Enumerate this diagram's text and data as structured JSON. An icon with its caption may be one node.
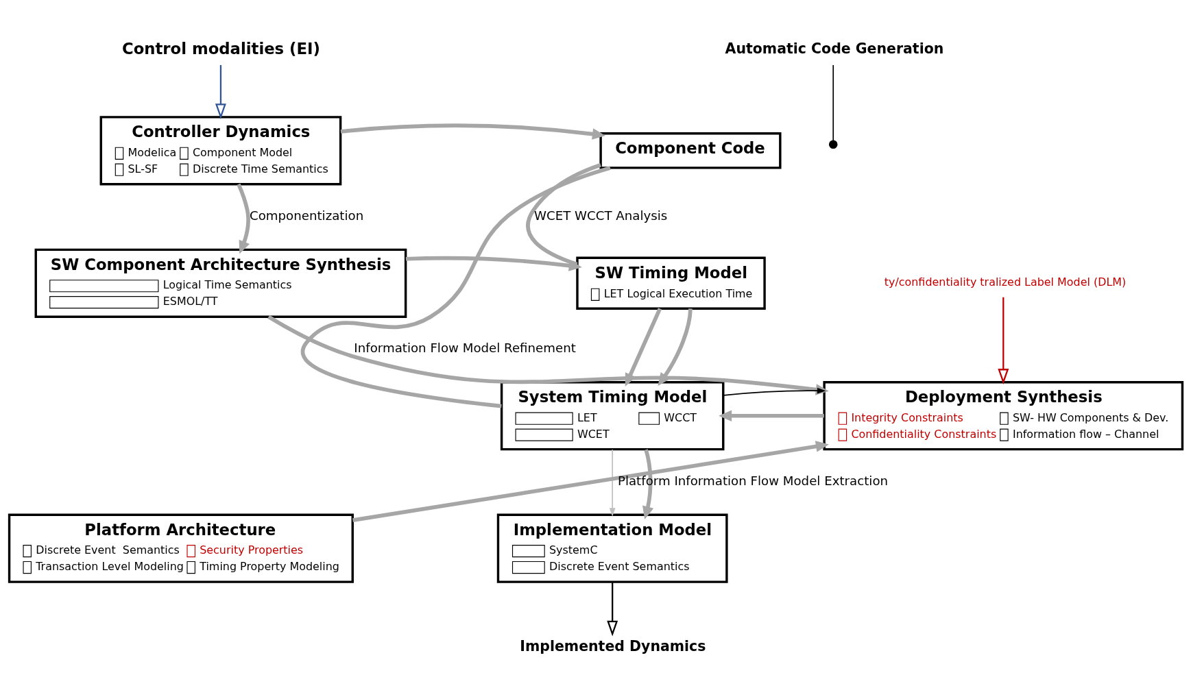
{
  "diagram": {
    "nodes": [
      {
        "text": [
          "Controller Dynamics",
          "Modelica",
          "Component Model",
          "SL-SF",
          "Discrete Time Semantics"
        ]
      },
      {
        "text": [
          "Component Code"
        ]
      },
      {
        "text": [
          "SW Component Architecture Synthesis",
          "Logical Time Semantics",
          "ESMOL/TT"
        ]
      },
      {
        "text": [
          "SW Timing Model",
          "LET Logical Execution Time"
        ]
      },
      {
        "text": [
          "Deployment Synthesis",
          "Integrity Constraints",
          "SW- HW Components & Dev.",
          "Confidentiality Constraints",
          "Information flow – Channel"
        ]
      },
      {
        "text": [
          "System Timing Model",
          "LET",
          "WCCT",
          "WCET"
        ]
      },
      {
        "text": [
          "Platform Architecture",
          "Discrete Event  Semantics",
          "Security Properties",
          "Transaction Level Modeling",
          "Timing Property Modeling"
        ]
      },
      {
        "text": [
          "Implementation Model",
          "SystemC",
          "Discrete Event Semantics"
        ]
      },
      {
        "text": [
          "Control modalities (EI)"
        ]
      },
      {
        "text": [
          "Automatic Code Generation"
        ]
      },
      {
        "text": [
          "Implemented Dynamics"
        ]
      },
      {
        "text": [
          "ty/confidentiality tralized Label Model (DLM)"
        ]
      }
    ],
    "edges": [
      {
        "from": 8,
        "to": 0,
        "arrow": "to",
        "color": "#2f5597"
      },
      {
        "from": 11,
        "to": 4,
        "arrow": "to",
        "color": "#c00000"
      },
      {
        "from": 9,
        "to": null,
        "arrow": "other",
        "color": "#000000"
      },
      {
        "from": 0,
        "to": 1,
        "arrow": "to"
      },
      {
        "from": 0,
        "to": 2,
        "arrow": "to",
        "label": "Componentization"
      },
      {
        "from": 1,
        "to": 3,
        "arrow": "none",
        "label": "WCET WCCT Analysis"
      },
      {
        "from": 1,
        "to": 5,
        "arrow": "none"
      },
      {
        "from": 2,
        "to": 3,
        "arrow": "to"
      },
      {
        "from": 2,
        "to": 4,
        "arrow": "to",
        "label": "Information Flow Model Refinement"
      },
      {
        "from": 3,
        "to": 5,
        "arrow": "to"
      },
      {
        "from": 3,
        "to": 5,
        "arrow": "to"
      },
      {
        "from": 4,
        "to": 5,
        "arrow": "to"
      },
      {
        "from": 5,
        "to": 4,
        "arrow": "to",
        "color": "#000000"
      },
      {
        "from": 6,
        "to": 4,
        "arrow": "to",
        "label": "Platform Information Flow Model Extraction"
      },
      {
        "from": 5,
        "to": 7,
        "arrow": "to",
        "color": "#bfbfbf"
      },
      {
        "from": 5,
        "to": 7,
        "arrow": "to"
      },
      {
        "from": 7,
        "to": 10,
        "arrow": "to",
        "color": "#000000"
      }
    ]
  }
}
